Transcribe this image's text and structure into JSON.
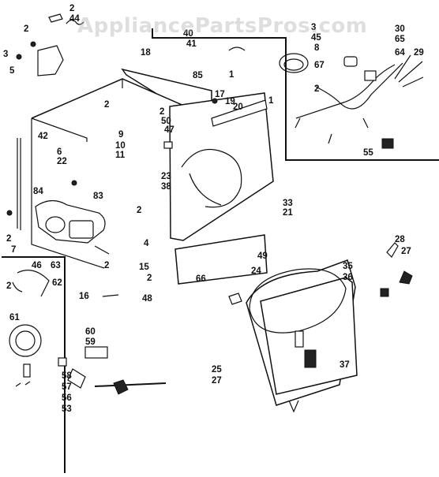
{
  "watermark": "AppliancePartsPros.com",
  "callouts": {
    "c1": "2",
    "c2": "44",
    "c3": "2",
    "c4": "3",
    "c5": "5",
    "c6": "3",
    "c7": "45",
    "c8": "8",
    "c9": "40",
    "c10": "41",
    "c11": "30",
    "c12": "65",
    "c13": "64",
    "c14": "29",
    "c15": "67",
    "c16": "2",
    "c17": "55",
    "c18": "18",
    "c19": "85",
    "c20": "1",
    "c21": "17",
    "c22": "19",
    "c23": "20",
    "c24": "1",
    "c25": "2",
    "c26": "50",
    "c27": "47",
    "c28": "2",
    "c29": "9",
    "c30": "10",
    "c31": "11",
    "c32": "42",
    "c33": "6",
    "c34": "22",
    "c35": "84",
    "c36": "83",
    "c37": "23",
    "c38": "38",
    "c39": "2",
    "c40": "33",
    "c41": "21",
    "c42": "2",
    "c43": "7",
    "c44": "4",
    "c45": "2",
    "c46": "15",
    "c47": "2",
    "c48": "49",
    "c49": "46",
    "c50": "63",
    "c51": "62",
    "c52": "2",
    "c53": "16",
    "c54": "48",
    "c55": "66",
    "c56": "24",
    "c57": "28",
    "c58": "27",
    "c59": "35",
    "c60": "36",
    "c61": "61",
    "c62": "60",
    "c63": "59",
    "c64": "58",
    "c65": "57",
    "c66": "56",
    "c67": "53",
    "c68": "25",
    "c69": "27",
    "c70": "37",
    "c71": "2"
  }
}
